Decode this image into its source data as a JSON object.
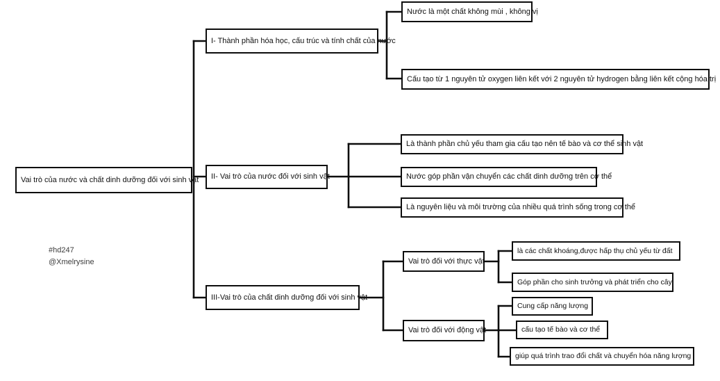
{
  "diagram": {
    "type": "mind-map",
    "title": "Vai trò của nước và chất dinh dưỡng đối với sinh vật",
    "root": {
      "label": "Vai trò của nước và chất dinh dưỡng đối với sinh vật"
    },
    "branches": [
      {
        "label": "I- Thành phần hóa học, cấu trúc và tính chất của nước",
        "children": [
          {
            "label": "Nước là một chất không mùi , không vị"
          },
          {
            "label": "Cấu tạo từ 1 nguyên tử oxygen liên kết với 2 nguyên tử hydrogen bằng liên kết cộng hóa trị"
          }
        ]
      },
      {
        "label": "II- Vai trò của nước đối với sinh vật",
        "children": [
          {
            "label": "Là thành phần chủ yếu tham gia cấu tạo nên tế bào và cơ thể sinh vật"
          },
          {
            "label": "Nước góp phần vận chuyển các chất dinh dưỡng trên cơ thể"
          },
          {
            "label": "Là nguyên liệu và môi trường của nhiều quá trình sống trong cơ thể"
          }
        ]
      },
      {
        "label": "III-Vai trò của chất dinh dưỡng đối với sinh vật",
        "children": [
          {
            "label": "Vai trò đối với thực vật",
            "children": [
              {
                "label": "là các chất khoáng,được hấp thụ chủ yếu từ đất"
              },
              {
                "label": "Góp phần cho sinh trưởng và phát triển cho cây"
              }
            ]
          },
          {
            "label": "Vai trò đối với động vật",
            "children": [
              {
                "label": "Cung cấp năng lượng"
              },
              {
                "label": "cấu tạo tế bào và cơ thể"
              },
              {
                "label": "giúp quá trình trao đổi chất và chuyển hóa năng lượng"
              }
            ]
          }
        ]
      }
    ]
  },
  "watermark": {
    "tag": "#hd247",
    "handle": "@Xmelrysine"
  },
  "colors": {
    "background": "#ffffff",
    "line": "#0d0d0d",
    "text": "#111111",
    "watermark_text": "#3c3c3c"
  }
}
